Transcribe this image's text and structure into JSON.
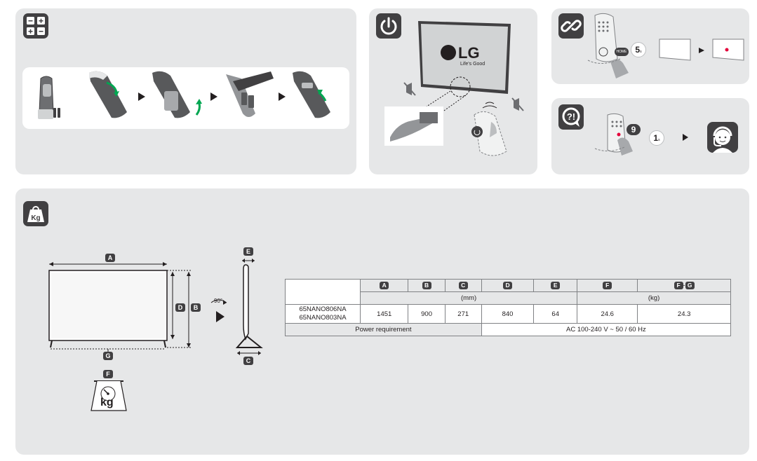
{
  "brand": {
    "logo_text": "LG",
    "tagline": "Life's Good",
    "accent_red": "#e4003a",
    "dark": "#414042",
    "panel_bg": "#e6e7e8"
  },
  "icons": {
    "battery_panel": "remote-battery-icon",
    "power_panel": "power-icon",
    "pairing_panel": "link-icon",
    "help_panel": "question-bubble-icon",
    "weight_panel": "kg-bag-icon"
  },
  "pairing": {
    "button_label": "HOME",
    "seconds": "5",
    "seconds_unit": "s"
  },
  "help": {
    "button_label": "9",
    "seconds": "1",
    "seconds_unit": "s"
  },
  "dimensions": {
    "label_a": "A",
    "label_b": "B",
    "label_c": "C",
    "label_d": "D",
    "label_e": "E",
    "label_f": "F",
    "label_g": "G",
    "rotate_label": "90°",
    "scale_unit": "kg"
  },
  "spec_table": {
    "headers": [
      "A",
      "B",
      "C",
      "D",
      "E",
      "F",
      "F",
      "G"
    ],
    "unit_mm": "(mm)",
    "unit_kg": "(kg)",
    "model_line1": "65NANO806NA",
    "model_line2": "65NANO803NA",
    "values": [
      "1451",
      "900",
      "271",
      "840",
      "64",
      "24.6",
      "24.3"
    ],
    "power_label": "Power requirement",
    "power_value": "AC 100-240 V ~ 50 / 60 Hz"
  }
}
